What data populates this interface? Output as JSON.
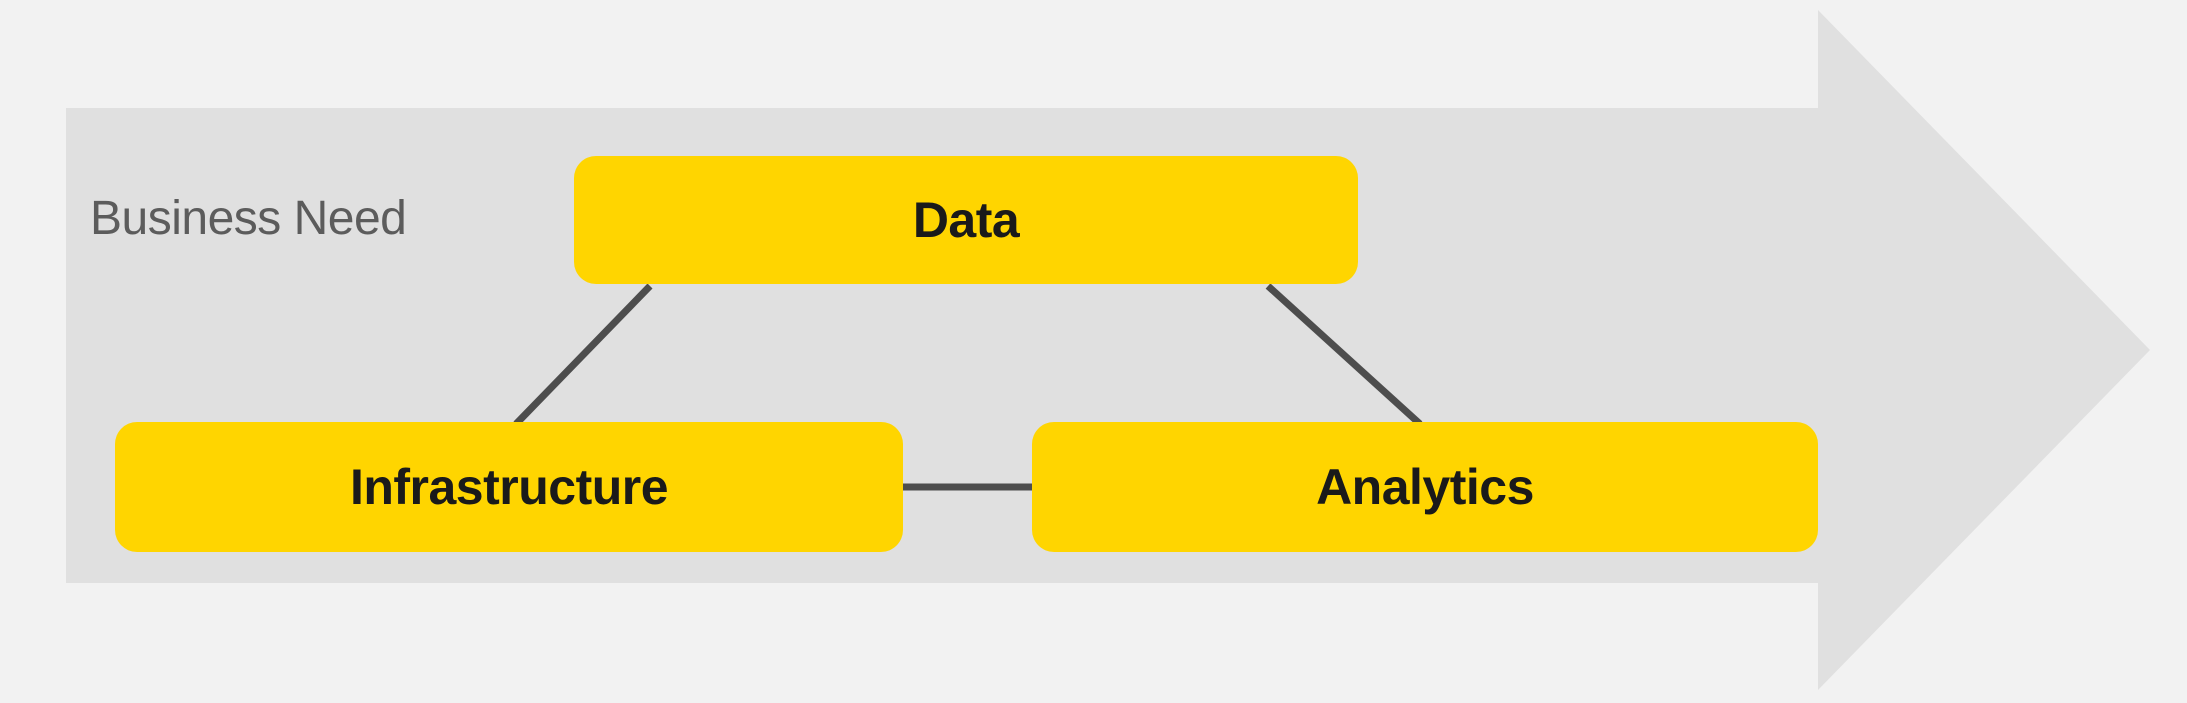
{
  "diagram": {
    "type": "process-arrow",
    "banner_label": "Business Need",
    "nodes": [
      {
        "id": "data",
        "label": "Data"
      },
      {
        "id": "infrastructure",
        "label": "Infrastructure"
      },
      {
        "id": "analytics",
        "label": "Analytics"
      }
    ],
    "edges": [
      {
        "from": "data",
        "to": "infrastructure"
      },
      {
        "from": "data",
        "to": "analytics"
      },
      {
        "from": "infrastructure",
        "to": "analytics"
      }
    ],
    "colors": {
      "background": "#F2F2F2",
      "arrow_fill": "#E0E0E0",
      "node_fill": "#FFD500",
      "node_text": "#1A1A1A",
      "label_text": "#5C5C5C",
      "connector": "#4D4D4D"
    }
  }
}
